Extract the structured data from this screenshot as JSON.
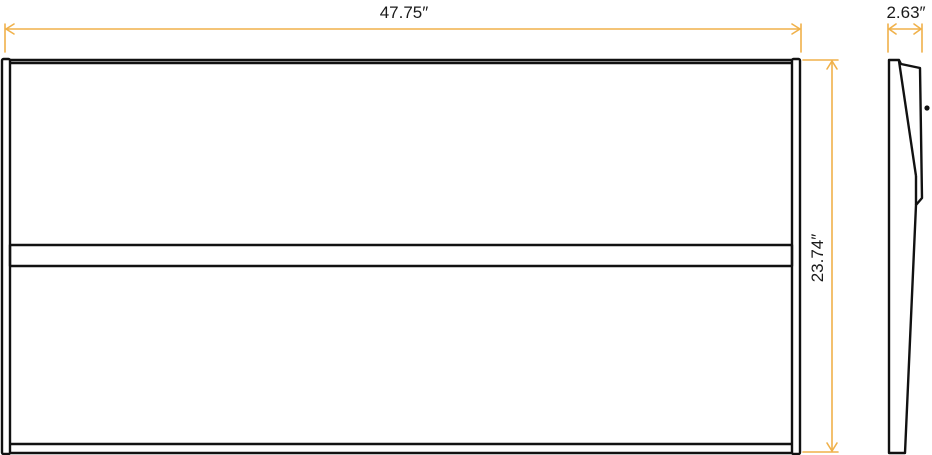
{
  "dimensions": {
    "width_label": "47.75″",
    "height_label": "23.74″",
    "depth_label": "2.63″"
  },
  "colors": {
    "dimension_line": "#f0b14a",
    "outline": "#111111"
  }
}
